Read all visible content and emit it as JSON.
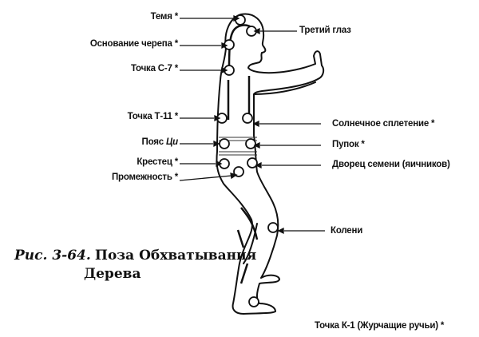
{
  "figure": {
    "caption_number": "Рис. 3-64.",
    "caption_title_line1": "Поза Обхватывания",
    "caption_title_line2": "Дерева"
  },
  "labels_left": [
    {
      "id": "temya",
      "text": "Темя *"
    },
    {
      "id": "osnovanie",
      "text": "Основание черепа *"
    },
    {
      "id": "c7",
      "text": "Точка С-7 *"
    },
    {
      "id": "t11",
      "text": "Точка Т-11 *"
    },
    {
      "id": "poyas",
      "text": "Пояс ",
      "italic": "Ци"
    },
    {
      "id": "krestec",
      "text": "Крестец *"
    },
    {
      "id": "promezhnost",
      "text": "Промежность *"
    }
  ],
  "labels_right": [
    {
      "id": "tretiy-glaz",
      "text": "Третий глаз"
    },
    {
      "id": "solnechnoe",
      "text": "Солнечное сплетение *"
    },
    {
      "id": "pupok",
      "text": "Пупок *"
    },
    {
      "id": "dvorec",
      "text": "Дворец семени (яичников)"
    },
    {
      "id": "koleni",
      "text": "Колени"
    },
    {
      "id": "k1",
      "text": "Точка К-1 (Журчащие ручьи) *"
    }
  ]
}
